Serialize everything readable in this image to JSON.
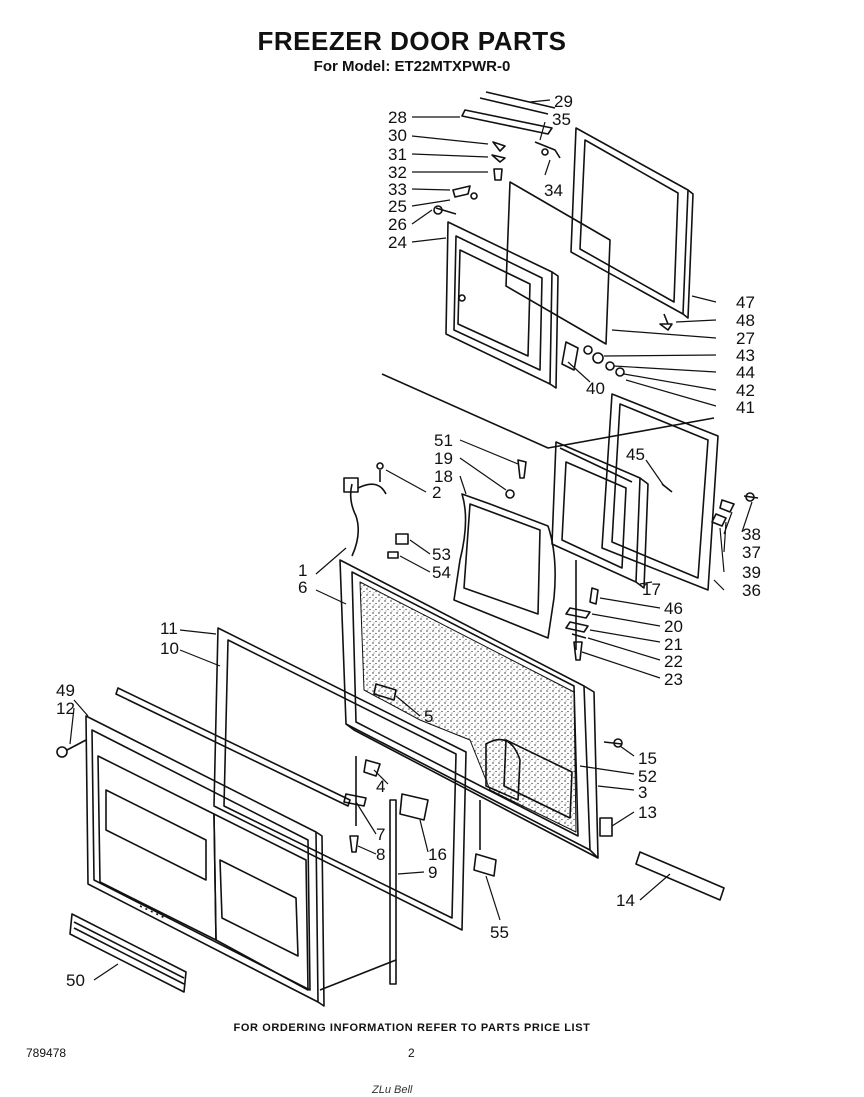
{
  "title": "FREEZER DOOR PARTS",
  "subtitle": "For Model: ET22MTXPWR-0",
  "footer_note": "FOR ORDERING INFORMATION REFER TO PARTS PRICE LIST",
  "document_number": "789478",
  "page_number": "2",
  "signature": "ZLu Bell",
  "part_numbers": [
    "1",
    "2",
    "3",
    "4",
    "5",
    "6",
    "7",
    "8",
    "9",
    "10",
    "11",
    "12",
    "13",
    "14",
    "15",
    "16",
    "17",
    "18",
    "19",
    "20",
    "21",
    "22",
    "23",
    "24",
    "25",
    "26",
    "27",
    "28",
    "29",
    "30",
    "31",
    "32",
    "33",
    "34",
    "35",
    "36",
    "37",
    "38",
    "39",
    "40",
    "41",
    "42",
    "43",
    "44",
    "45",
    "46",
    "47",
    "48",
    "49",
    "50",
    "51",
    "52",
    "53",
    "54",
    "55"
  ]
}
